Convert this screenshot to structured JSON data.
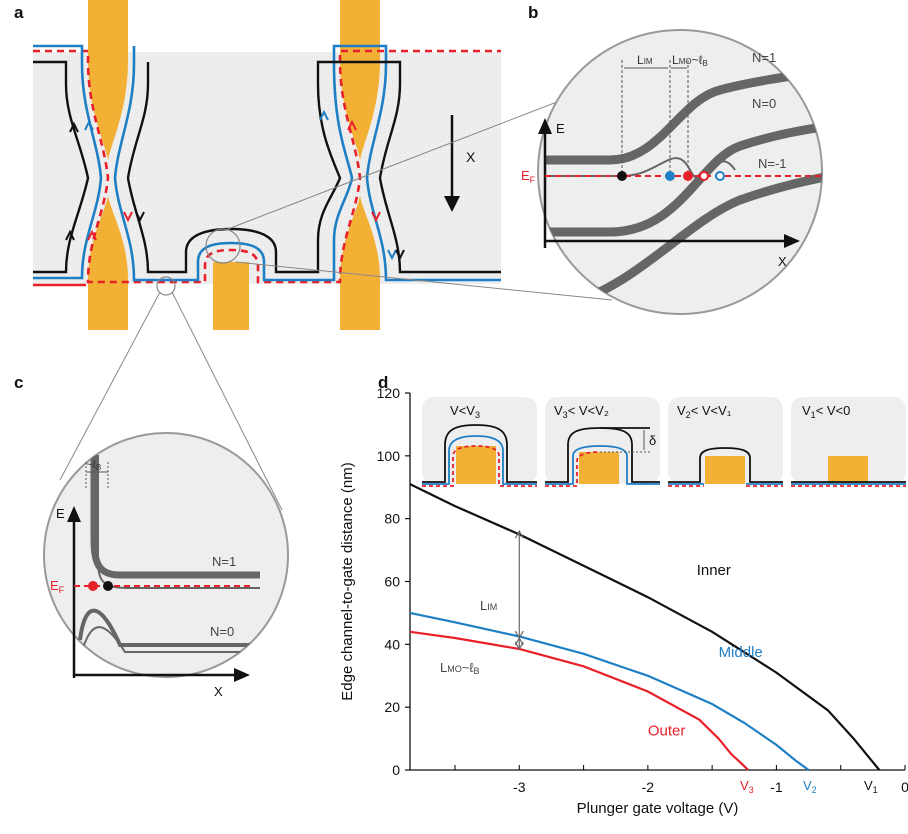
{
  "panels": {
    "a": {
      "label": "a",
      "axis_label": "X"
    },
    "b": {
      "label": "b",
      "y_axis": "E",
      "x_axis": "X",
      "fermi": "E",
      "fermi_sub": "F",
      "lim": "L",
      "lim_sub": "IM",
      "lmo": "L",
      "lmo_sub": "MO",
      "lmo_tail": "~ℓ",
      "lmo_tail_sub": "B",
      "levels": [
        "N=1",
        "N=0",
        "N=-1"
      ]
    },
    "c": {
      "label": "c",
      "y_axis": "E",
      "x_axis": "X",
      "fermi": "E",
      "fermi_sub": "F",
      "lb": "~ℓ",
      "lb_sub": "B",
      "levels": [
        "N=1",
        "N=0"
      ]
    },
    "d": {
      "label": "d",
      "insets": [
        {
          "prefix": "V<V",
          "sub": "3",
          "suffix": ""
        },
        {
          "prefix": "V",
          "sub": "3",
          "suffix": "< V<V₂"
        },
        {
          "prefix": "V",
          "sub": "2",
          "suffix": "< V<V₁"
        },
        {
          "prefix": "V",
          "sub": "1",
          "suffix": "< V<0"
        }
      ],
      "delta": "δ",
      "lim": "L",
      "lim_sub": "IM",
      "lmo": "L",
      "lmo_sub": "MO",
      "lmo_tail": "~ℓ",
      "lmo_tail_sub": "B",
      "v_marks": [
        {
          "base": "V",
          "sub": "3",
          "color": "#e8202a"
        },
        {
          "base": "V",
          "sub": "2",
          "color": "#1f7fc4"
        },
        {
          "base": "V",
          "sub": "1",
          "color": "#111111"
        }
      ]
    }
  },
  "colors": {
    "inner": "#111111",
    "middle": "#1f7fc4",
    "outer": "#e8202a",
    "gate": "#f2b035",
    "sample": "#ededed",
    "level": "#666666"
  },
  "chart_data": {
    "type": "line",
    "xlabel": "Plunger gate voltage (V)",
    "ylabel": "Edge channel-to-gate distance (nm)",
    "xlim": [
      -3.85,
      0
    ],
    "ylim": [
      0,
      120
    ],
    "xticks": [
      -3,
      -2,
      -1,
      0
    ],
    "yticks": [
      0,
      20,
      40,
      60,
      80,
      100,
      120
    ],
    "series": [
      {
        "name": "Inner",
        "color": "#111111",
        "x": [
          -3.85,
          -3.5,
          -3.0,
          -2.5,
          -2.0,
          -1.5,
          -1.0,
          -0.6,
          -0.4,
          -0.2
        ],
        "y": [
          91,
          84,
          75,
          65,
          55,
          44,
          31,
          19,
          10,
          0
        ]
      },
      {
        "name": "Middle",
        "color": "#1f7fc4",
        "x": [
          -3.85,
          -3.5,
          -3.0,
          -2.5,
          -2.0,
          -1.5,
          -1.25,
          -1.0,
          -0.85,
          -0.75
        ],
        "y": [
          50,
          47,
          42.5,
          37,
          30,
          21,
          15,
          8,
          3,
          0
        ]
      },
      {
        "name": "Outer",
        "color": "#e8202a",
        "x": [
          -3.85,
          -3.5,
          -3.0,
          -2.5,
          -2.0,
          -1.6,
          -1.45,
          -1.35,
          -1.27,
          -1.22
        ],
        "y": [
          44,
          42,
          38.5,
          33,
          25,
          16,
          10,
          5,
          2,
          0
        ]
      }
    ],
    "annotations": [
      {
        "x": -3.0,
        "y_from": 42,
        "y_to": 76
      },
      {
        "x": -3.0,
        "y_from": 38.5,
        "y_to": 42
      }
    ]
  }
}
